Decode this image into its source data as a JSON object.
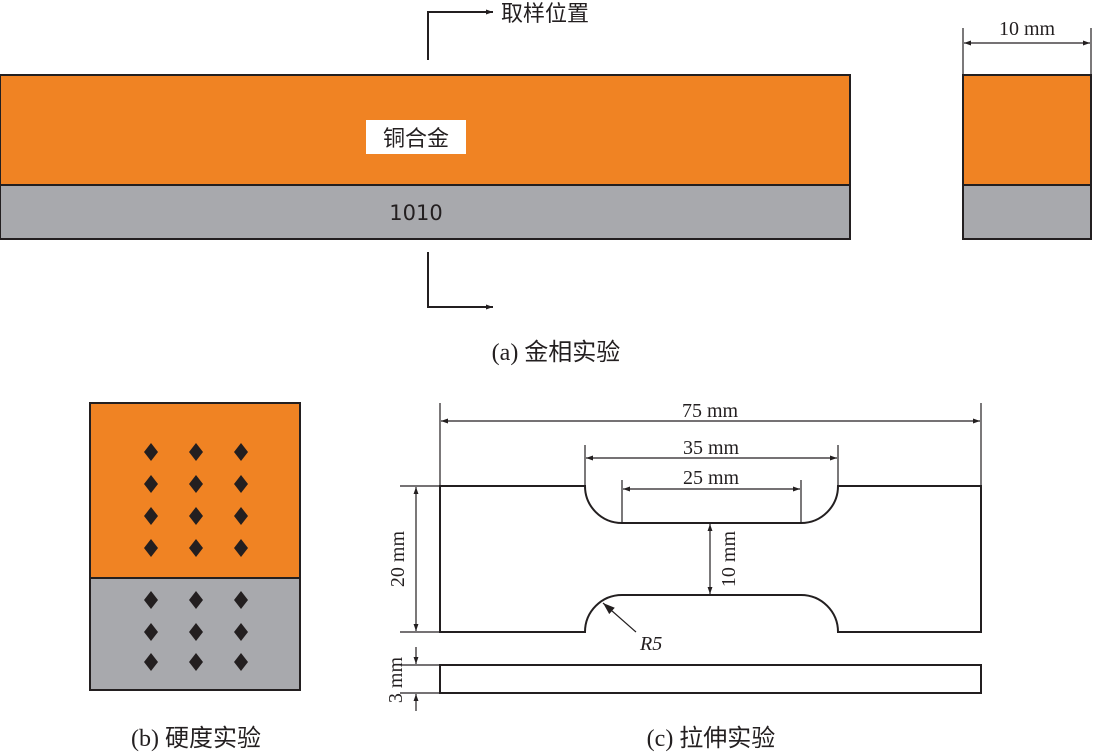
{
  "panel_a": {
    "sampling_label": "取样位置",
    "copper_label": "铜合金",
    "steel_label": "1010",
    "width_dim": "10 mm",
    "caption": "(a) 金相实验"
  },
  "panel_b": {
    "caption": "(b) 硬度实验",
    "indent_rows_copper": 4,
    "indent_rows_steel": 3,
    "indent_cols": 3
  },
  "panel_c": {
    "overall_length": "75 mm",
    "shoulder_span": "35 mm",
    "gauge_length": "25 mm",
    "grip_width": "20 mm",
    "gauge_width": "10 mm",
    "fillet_radius": "R5",
    "thickness": "3 mm",
    "caption": "(c) 拉伸实验"
  },
  "colors": {
    "copper": "#f08323",
    "steel": "#a8a9ad",
    "line": "#231f20"
  }
}
